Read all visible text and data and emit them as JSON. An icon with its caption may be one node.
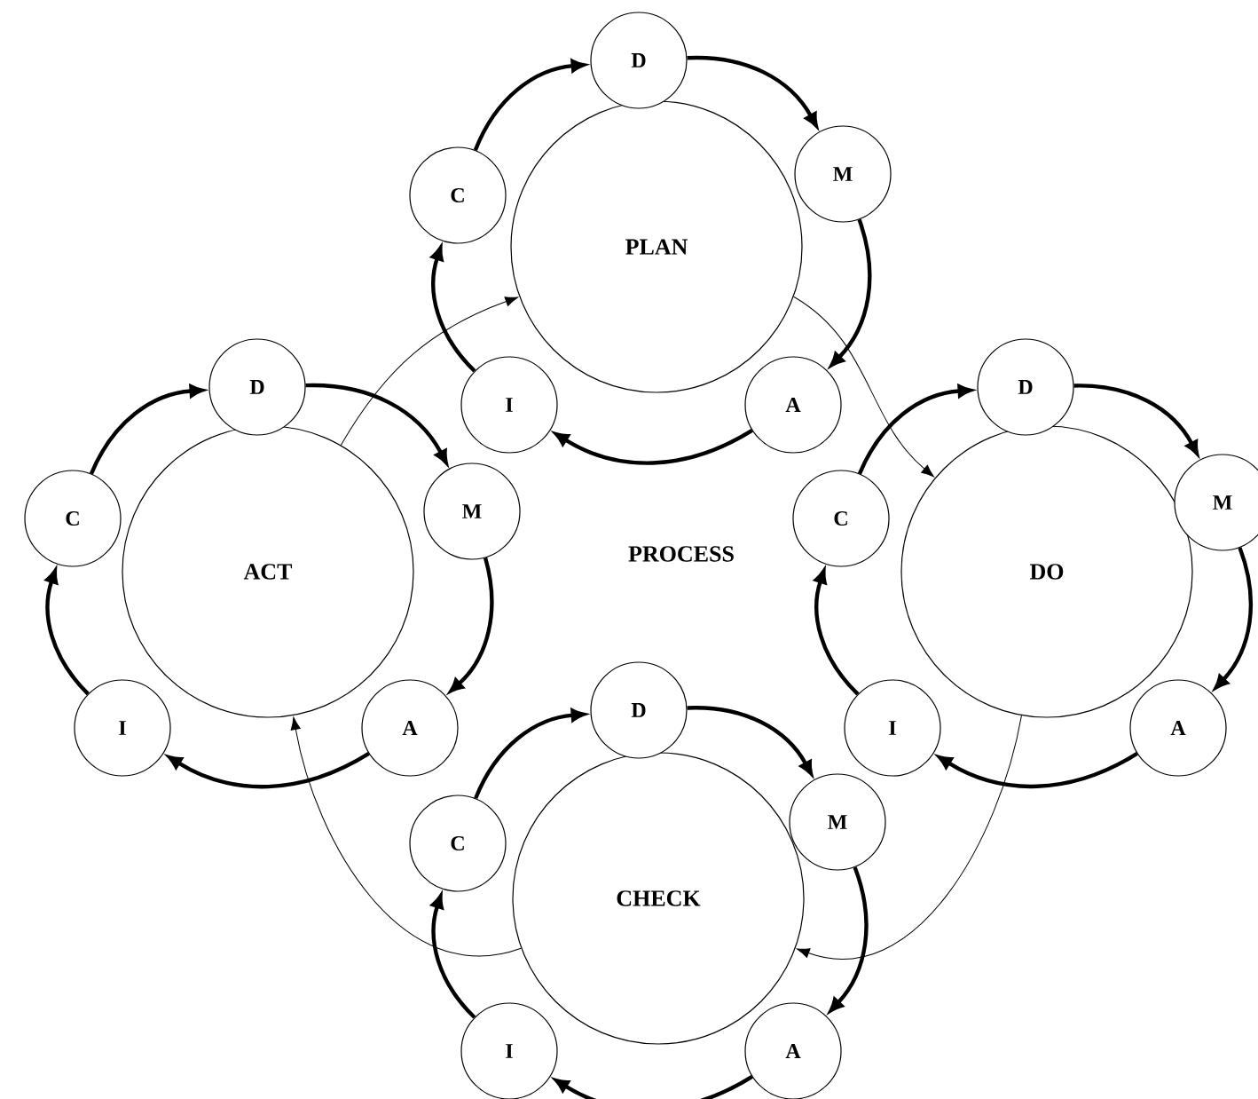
{
  "diagram": {
    "nodes": [
      {
        "text": [
          "PLAN"
        ]
      },
      {
        "text": [
          "D"
        ]
      },
      {
        "text": [
          "M"
        ]
      },
      {
        "text": [
          "A"
        ]
      },
      {
        "text": [
          "I"
        ]
      },
      {
        "text": [
          "C"
        ]
      },
      {
        "text": [
          "ACT"
        ]
      },
      {
        "text": [
          "D"
        ]
      },
      {
        "text": [
          "M"
        ]
      },
      {
        "text": [
          "A"
        ]
      },
      {
        "text": [
          "I"
        ]
      },
      {
        "text": [
          "C"
        ]
      },
      {
        "text": [
          "DO"
        ]
      },
      {
        "text": [
          "D"
        ]
      },
      {
        "text": [
          "M"
        ]
      },
      {
        "text": [
          "A"
        ]
      },
      {
        "text": [
          "I"
        ]
      },
      {
        "text": [
          "C"
        ]
      },
      {
        "text": [
          "CHECK"
        ]
      },
      {
        "text": [
          "D"
        ]
      },
      {
        "text": [
          "M"
        ]
      },
      {
        "text": [
          "A"
        ]
      },
      {
        "text": [
          "I"
        ]
      },
      {
        "text": [
          "C"
        ]
      }
    ],
    "edges": [
      {
        "from": 1,
        "to": 2,
        "arrow": "to"
      },
      {
        "from": 2,
        "to": 3,
        "arrow": "to"
      },
      {
        "from": 3,
        "to": 4,
        "arrow": "to"
      },
      {
        "from": 4,
        "to": 5,
        "arrow": "to"
      },
      {
        "from": 5,
        "to": 1,
        "arrow": "to"
      },
      {
        "from": 7,
        "to": 8,
        "arrow": "to"
      },
      {
        "from": 8,
        "to": 9,
        "arrow": "to"
      },
      {
        "from": 9,
        "to": 10,
        "arrow": "to"
      },
      {
        "from": 10,
        "to": 11,
        "arrow": "to"
      },
      {
        "from": 11,
        "to": 7,
        "arrow": "to"
      },
      {
        "from": 13,
        "to": 14,
        "arrow": "to"
      },
      {
        "from": 14,
        "to": 15,
        "arrow": "to"
      },
      {
        "from": 15,
        "to": 16,
        "arrow": "to"
      },
      {
        "from": 16,
        "to": 17,
        "arrow": "to"
      },
      {
        "from": 17,
        "to": 13,
        "arrow": "to"
      },
      {
        "from": 19,
        "to": 20,
        "arrow": "to"
      },
      {
        "from": 20,
        "to": 21,
        "arrow": "to"
      },
      {
        "from": 21,
        "to": 22,
        "arrow": "to"
      },
      {
        "from": 22,
        "to": 23,
        "arrow": "to"
      },
      {
        "from": 23,
        "to": 19,
        "arrow": "to"
      },
      {
        "from": 0,
        "to": 12,
        "arrow": "to"
      },
      {
        "from": 12,
        "to": 18,
        "arrow": "to"
      },
      {
        "from": 18,
        "to": 6,
        "arrow": "to"
      },
      {
        "from": 6,
        "to": 0,
        "arrow": "to"
      }
    ],
    "labels": [
      "PROCESS"
    ]
  }
}
